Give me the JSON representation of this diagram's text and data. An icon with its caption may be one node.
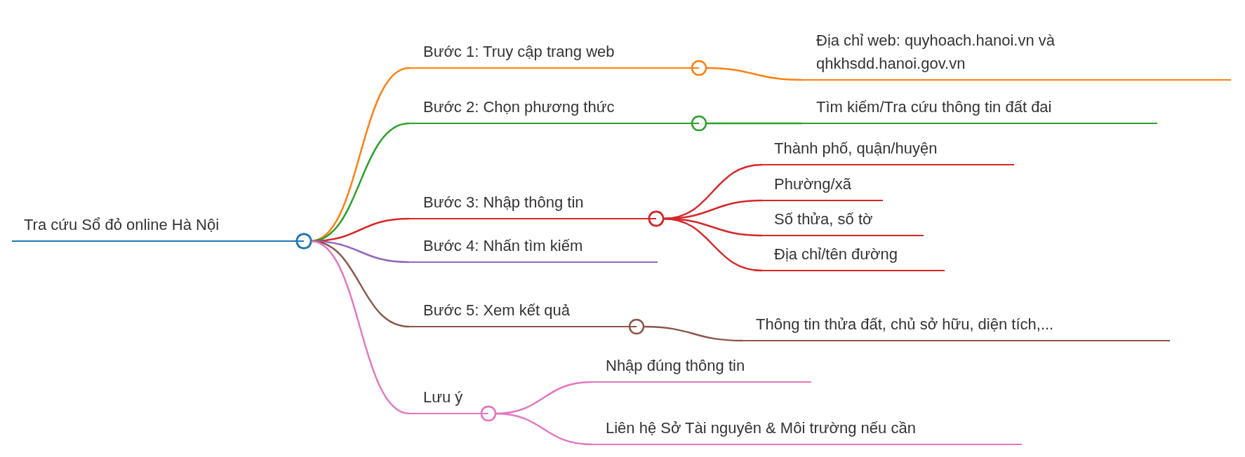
{
  "diagram": {
    "nodes": [
      {
        "text": [
          "Tra cứu Sổ đỏ online Hà Nội"
        ]
      },
      {
        "text": [
          "Bước 1: Truy cập trang web"
        ]
      },
      {
        "text": [
          "Địa chỉ web: quyhoach.hanoi.vn và qhkhsdd.hanoi.gov.vn"
        ]
      },
      {
        "text": [
          "Bước 2: Chọn phương thức"
        ]
      },
      {
        "text": [
          "Tìm kiếm/Tra cứu thông tin đất đai"
        ]
      },
      {
        "text": [
          "Bước 3: Nhập thông tin"
        ]
      },
      {
        "text": [
          "Thành phố, quận/huyện"
        ]
      },
      {
        "text": [
          "Phường/xã"
        ]
      },
      {
        "text": [
          "Số thửa, số tờ"
        ]
      },
      {
        "text": [
          "Địa chỉ/tên đường"
        ]
      },
      {
        "text": [
          "Bước 4: Nhấn tìm kiếm"
        ]
      },
      {
        "text": [
          "Bước 5: Xem kết quả"
        ]
      },
      {
        "text": [
          "Thông tin thửa đất, chủ sở hữu, diện tích,..."
        ]
      },
      {
        "text": [
          "Lưu ý"
        ]
      },
      {
        "text": [
          "Nhập đúng thông tin"
        ]
      },
      {
        "text": [
          "Liên hệ Sở Tài nguyên & Môi trường nếu cần"
        ]
      }
    ],
    "edges": [
      {
        "from": 0,
        "to": 1,
        "arrow": "other",
        "color": "#ff7f0e"
      },
      {
        "from": 1,
        "to": 2,
        "arrow": "other",
        "color": "#ff7f0e"
      },
      {
        "from": 0,
        "to": 3,
        "arrow": "other",
        "color": "#2ca02c"
      },
      {
        "from": 3,
        "to": 4,
        "arrow": "other",
        "color": "#2ca02c"
      },
      {
        "from": 0,
        "to": 5,
        "arrow": "other",
        "color": "#d62728"
      },
      {
        "from": 5,
        "to": 6,
        "arrow": "other",
        "color": "#d62728"
      },
      {
        "from": 5,
        "to": 7,
        "arrow": "other",
        "color": "#d62728"
      },
      {
        "from": 5,
        "to": 8,
        "arrow": "other",
        "color": "#d62728"
      },
      {
        "from": 5,
        "to": 9,
        "arrow": "other",
        "color": "#d62728"
      },
      {
        "from": 0,
        "to": 10,
        "arrow": "other",
        "color": "#9467bd"
      },
      {
        "from": 0,
        "to": 11,
        "arrow": "other",
        "color": "#8c564b"
      },
      {
        "from": 11,
        "to": 12,
        "arrow": "other",
        "color": "#8c564b"
      },
      {
        "from": 0,
        "to": 13,
        "arrow": "other",
        "color": "#e377c2"
      },
      {
        "from": 13,
        "to": 14,
        "arrow": "other",
        "color": "#e377c2"
      },
      {
        "from": 13,
        "to": 15,
        "arrow": "other",
        "color": "#e377c2"
      }
    ]
  }
}
